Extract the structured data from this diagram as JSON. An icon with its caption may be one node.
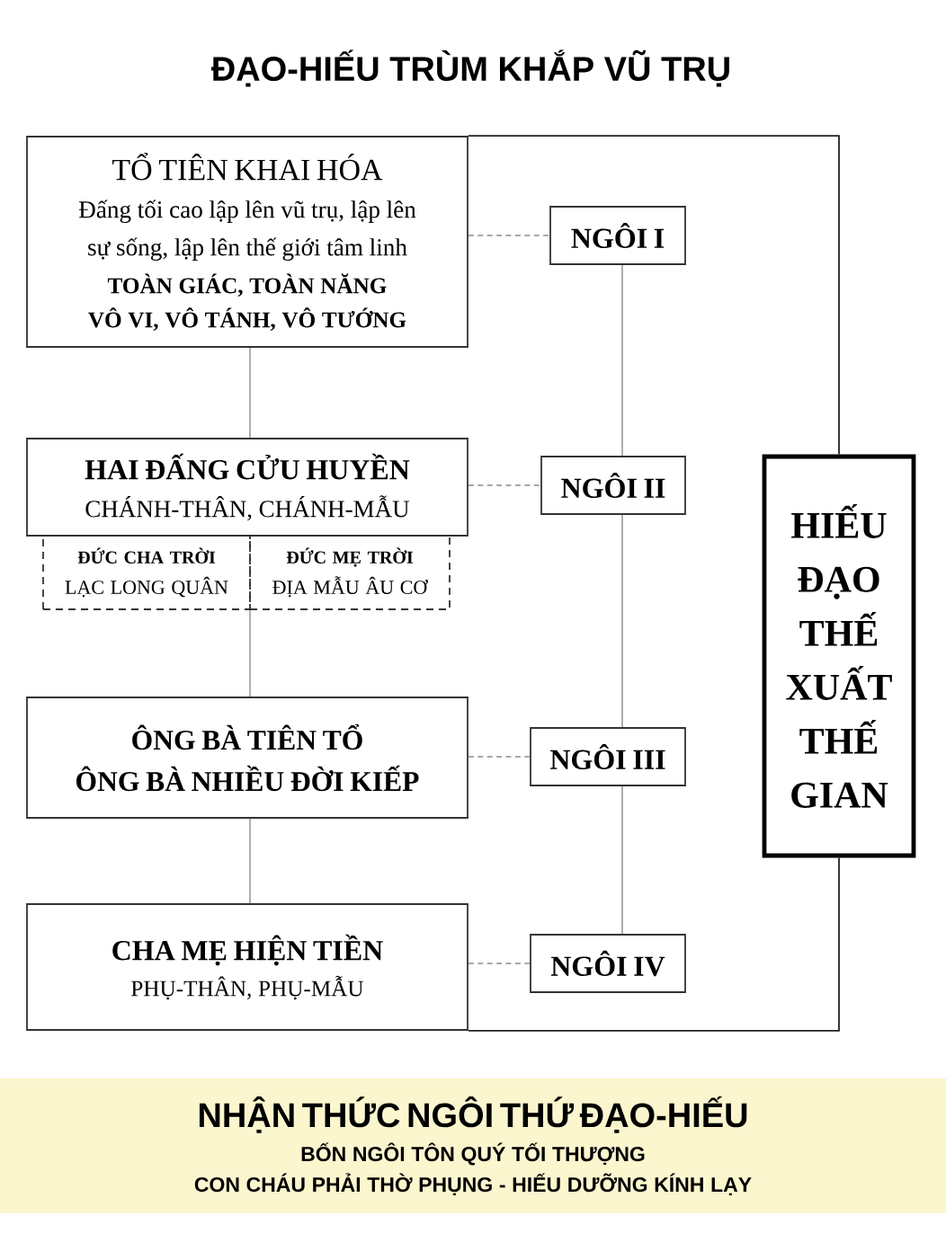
{
  "diagram": {
    "title": "ĐẠO-HIẾU TRÙM KHẮP VŨ TRỤ",
    "nodes": [
      {
        "text": [
          "TỔ TIÊN KHAI HÓA",
          "Đấng tối cao lập lên vũ trụ, lập lên sự sống, lập lên thế giới tâm linh",
          "TOÀN GIÁC, TOÀN NĂNG",
          "VÔ VI, VÔ TÁNH, VÔ TƯỚNG"
        ]
      },
      {
        "text": [
          "NGÔI I"
        ]
      },
      {
        "text": [
          "HAI ĐẤNG CỬU HUYỀN",
          "CHÁNH-THÂN, CHÁNH-MẪU"
        ]
      },
      {
        "text": [
          "NGÔI II"
        ]
      },
      {
        "text": [
          "HIẾU ĐẠO THẾ XUẤT THẾ GIAN"
        ]
      },
      {
        "text": [
          "ĐỨC CHA TRỜI",
          "LẠC LONG QUÂN"
        ]
      },
      {
        "text": [
          "ĐỨC MẸ TRỜI",
          "ĐỊA MẪU ÂU CƠ"
        ]
      },
      {
        "text": [
          "ÔNG BÀ TIÊN TỔ",
          "ÔNG BÀ NHIỀU ĐỜI KIẾP"
        ]
      },
      {
        "text": [
          "NGÔI III"
        ]
      },
      {
        "text": [
          "CHA MẸ HIỆN TIỀN",
          "PHỤ-THÂN, PHỤ-MẪU"
        ]
      },
      {
        "text": [
          "NGÔI IV"
        ]
      },
      {
        "text": [
          "NHẬN THỨC NGÔI THỨ ĐẠO-HIẾU",
          "BỐN NGÔI TÔN QUÝ TỐI THƯỢNG",
          "CON CHÁU PHẢI THỜ PHỤNG - HIẾU DƯỠNG KÍNH LẠY"
        ]
      }
    ],
    "edges": [
      {
        "from": 0,
        "to": 1,
        "arrow": "none",
        "style": "dashed"
      },
      {
        "from": 2,
        "to": 3,
        "arrow": "none",
        "style": "dashed"
      },
      {
        "from": 7,
        "to": 8,
        "arrow": "none",
        "style": "dashed"
      },
      {
        "from": 9,
        "to": 10,
        "arrow": "none",
        "style": "dashed"
      },
      {
        "from": 0,
        "to": 2,
        "arrow": "none"
      },
      {
        "from": 5,
        "to": 7,
        "arrow": "none"
      },
      {
        "from": 6,
        "to": 7,
        "arrow": "none"
      },
      {
        "from": 7,
        "to": 9,
        "arrow": "none"
      },
      {
        "from": 1,
        "to": 3,
        "arrow": "none"
      },
      {
        "from": 3,
        "to": 8,
        "arrow": "none"
      },
      {
        "from": 8,
        "to": 10,
        "arrow": "none"
      },
      {
        "from": 0,
        "to": 4,
        "arrow": "none",
        "color": "#222222"
      },
      {
        "from": 4,
        "to": 9,
        "arrow": "none",
        "color": "#222222"
      }
    ]
  }
}
